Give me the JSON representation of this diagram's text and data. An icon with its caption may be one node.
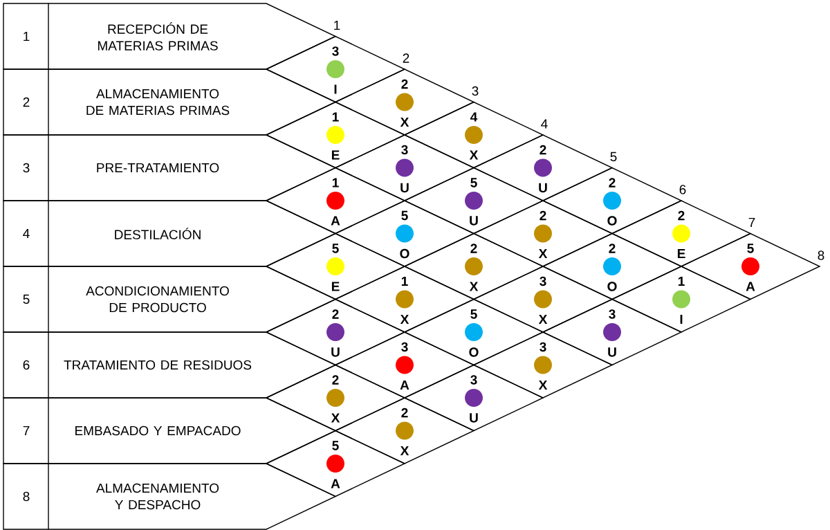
{
  "diagram": {
    "nodes": [
      {
        "text": [
          "1",
          "RECEPCIÓN DE MATERIAS PRIMAS"
        ]
      },
      {
        "text": [
          "2",
          "ALMACENAMIENTO DE MATERIAS PRIMAS"
        ]
      },
      {
        "text": [
          "3",
          "PRE-TRATAMIENTO"
        ]
      },
      {
        "text": [
          "4",
          "DESTILACIÓN"
        ]
      },
      {
        "text": [
          "5",
          "ACONDICIONAMIENTO DE PRODUCTO"
        ]
      },
      {
        "text": [
          "6",
          "TRATAMIENTO DE RESIDUOS"
        ]
      },
      {
        "text": [
          "7",
          "EMBASADO Y EMPACADO"
        ]
      },
      {
        "text": [
          "8",
          "ALMACENAMIENTO Y DESPACHO"
        ]
      },
      {
        "text": [
          "3",
          "I"
        ]
      },
      {
        "text": [
          "2",
          "X"
        ]
      },
      {
        "text": [
          "4",
          "X"
        ]
      },
      {
        "text": [
          "2",
          "U"
        ]
      },
      {
        "text": [
          "2",
          "O"
        ]
      },
      {
        "text": [
          "2",
          "E"
        ]
      },
      {
        "text": [
          "5",
          "A"
        ]
      },
      {
        "text": [
          "1",
          "E"
        ]
      },
      {
        "text": [
          "3",
          "U"
        ]
      },
      {
        "text": [
          "5",
          "U"
        ]
      },
      {
        "text": [
          "2",
          "X"
        ]
      },
      {
        "text": [
          "2",
          "O"
        ]
      },
      {
        "text": [
          "1",
          "I"
        ]
      },
      {
        "text": [
          "1",
          "A"
        ]
      },
      {
        "text": [
          "5",
          "O"
        ]
      },
      {
        "text": [
          "2",
          "X"
        ]
      },
      {
        "text": [
          "3",
          "X"
        ]
      },
      {
        "text": [
          "3",
          "U"
        ]
      },
      {
        "text": [
          "5",
          "E"
        ]
      },
      {
        "text": [
          "1",
          "X"
        ]
      },
      {
        "text": [
          "5",
          "O"
        ]
      },
      {
        "text": [
          "3",
          "X"
        ]
      },
      {
        "text": [
          "2",
          "U"
        ]
      },
      {
        "text": [
          "3",
          "A"
        ]
      },
      {
        "text": [
          "3",
          "U"
        ]
      },
      {
        "text": [
          "2",
          "X"
        ]
      },
      {
        "text": [
          "2",
          "X"
        ]
      },
      {
        "text": [
          "5",
          "A"
        ]
      }
    ],
    "labels": [
      "1",
      "2",
      "3",
      "4",
      "5",
      "6",
      "7",
      "8"
    ]
  }
}
